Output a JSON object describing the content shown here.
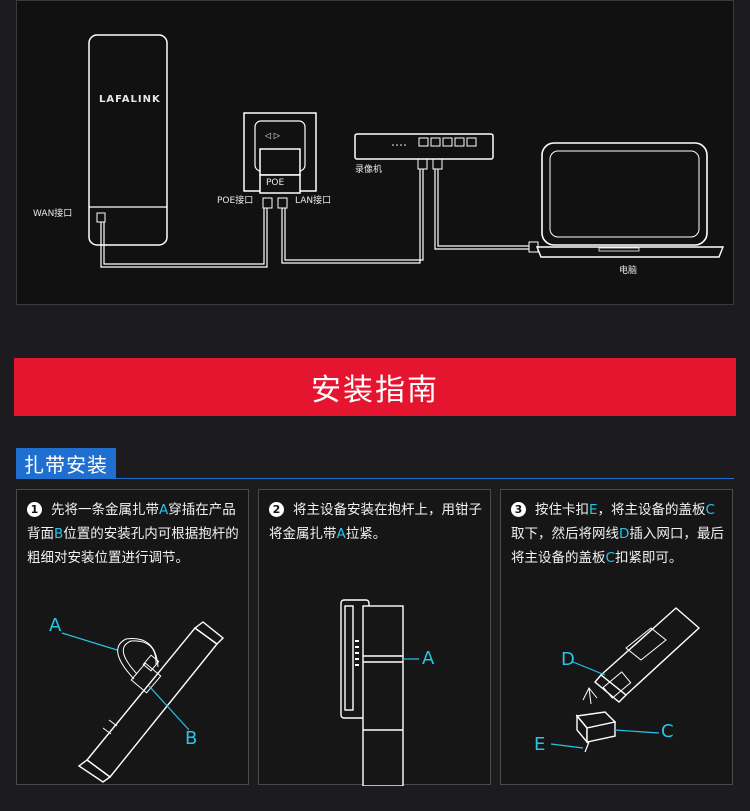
{
  "diagram": {
    "brand": "LAFALINK",
    "wan_label": "WAN接口",
    "poe_label": "POE",
    "poe_port_label": "POE接口",
    "lan_label": "LAN接口",
    "nvr_label": "录像机",
    "pc_label": "电脑"
  },
  "banner": {
    "title": "安装指南"
  },
  "section": {
    "title": "扎带安装"
  },
  "steps": [
    {
      "number": "1",
      "parts": [
        "先将一条金属扎带",
        "A",
        "穿插在产品背面",
        "B",
        "位置的安装孔内可根据抱杆的粗细对安装位置进行调节。"
      ],
      "callouts": [
        "A",
        "B"
      ]
    },
    {
      "number": "2",
      "parts": [
        "将主设备安装在抱杆上，用钳子将金属扎带",
        "A",
        "拉紧。"
      ],
      "callouts": [
        "A"
      ]
    },
    {
      "number": "3",
      "parts": [
        "按住卡扣",
        "E",
        "，将主设备的盖板",
        "C",
        "取下，然后将网线",
        "D",
        "插入网口，最后将主设备的盖板",
        "C",
        "扣紧即可。"
      ],
      "callouts": [
        "D",
        "C",
        "E"
      ]
    }
  ],
  "colors": {
    "banner": "#e5142f",
    "tag": "#1f6fd1",
    "highlight": "#27c6e6"
  }
}
